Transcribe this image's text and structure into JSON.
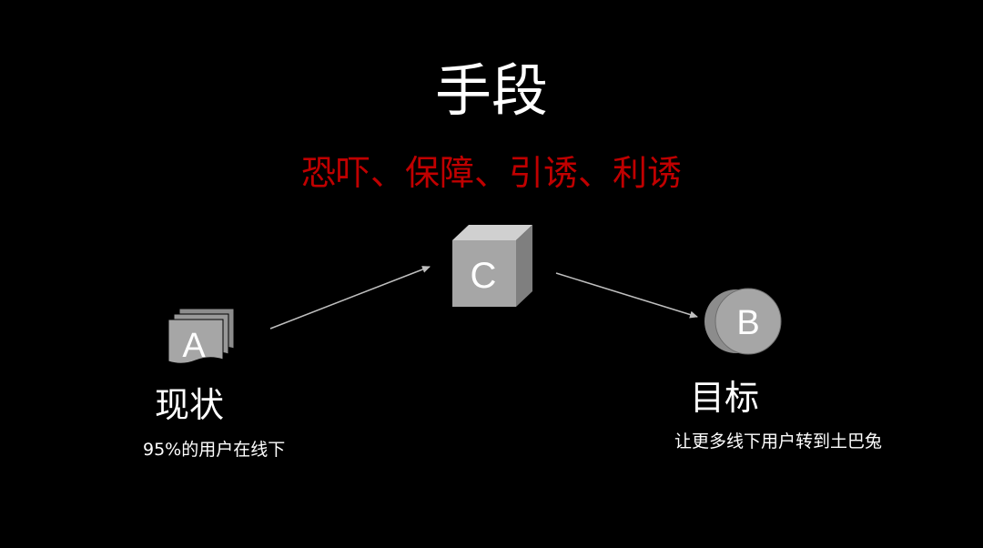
{
  "slide": {
    "title": "手段",
    "subtitle": "恐吓、保障、引诱、利诱"
  },
  "nodes": {
    "a": {
      "letter": "A",
      "icon": "document-stack-icon",
      "label": "现状",
      "desc": "95%的用户在线下"
    },
    "c": {
      "letter": "C",
      "icon": "cube-icon"
    },
    "b": {
      "letter": "B",
      "icon": "coin-icon",
      "label": "目标",
      "desc": "让更多线下用户转到土巴兔"
    }
  },
  "colors": {
    "background": "#000000",
    "text": "#ffffff",
    "accent": "#c00000",
    "shape_fill": "#a6a6a6",
    "arrow": "#bfbfbf"
  }
}
